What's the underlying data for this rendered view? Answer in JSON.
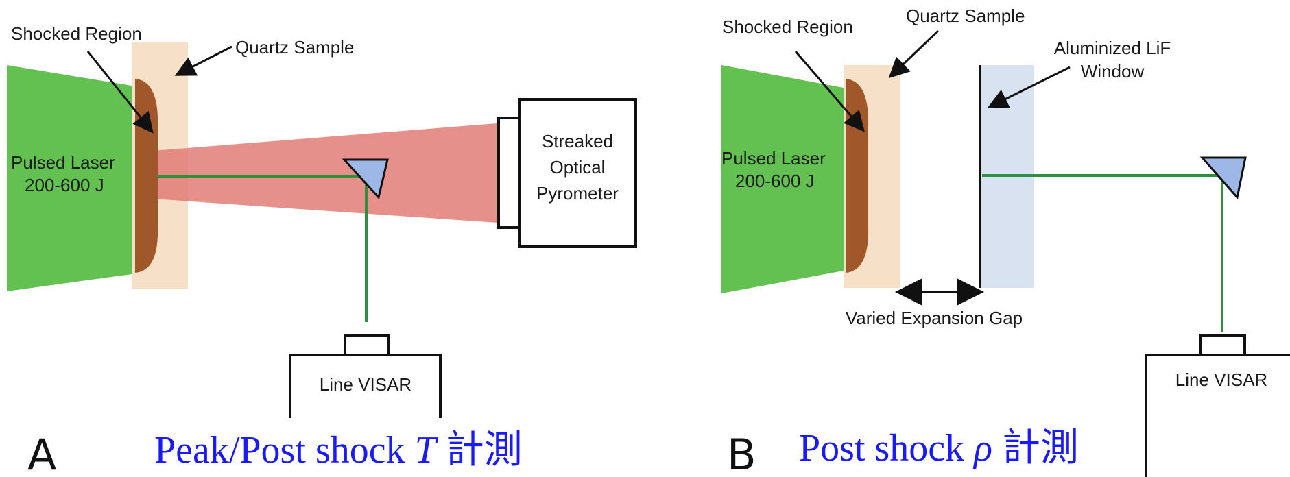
{
  "panel_a": {
    "letter": "A",
    "caption_prefix": "Peak/Post shock ",
    "caption_var": "T",
    "caption_suffix": " 計測",
    "labels": {
      "shocked_region": "Shocked Region",
      "quartz_sample": "Quartz Sample",
      "laser_line1": "Pulsed Laser",
      "laser_line2": "200-600 J",
      "pyro_line1": "Streaked",
      "pyro_line2": "Optical",
      "pyro_line3": "Pyrometer",
      "visar": "Line VISAR"
    }
  },
  "panel_b": {
    "letter": "B",
    "caption_prefix": "Post shock ",
    "caption_var": "ρ",
    "caption_suffix": " 計測",
    "labels": {
      "shocked_region": "Shocked Region",
      "quartz_sample": "Quartz Sample",
      "window_line1": "Aluminized LiF",
      "window_line2": "Window",
      "laser_line1": "Pulsed Laser",
      "laser_line2": "200-600 J",
      "gap": "Varied Expansion Gap",
      "visar": "Line VISAR"
    }
  },
  "colors": {
    "laser_green": "#63c152",
    "shocked_brown": "#a0582a",
    "quartz": "#f7e0c8",
    "emission_red": "#e07c77",
    "probe_green": "#2f8f3c",
    "prism_blue": "#9db8e6",
    "lif_blue": "#d9e2f0",
    "caption_blue": "#1a1aff"
  }
}
